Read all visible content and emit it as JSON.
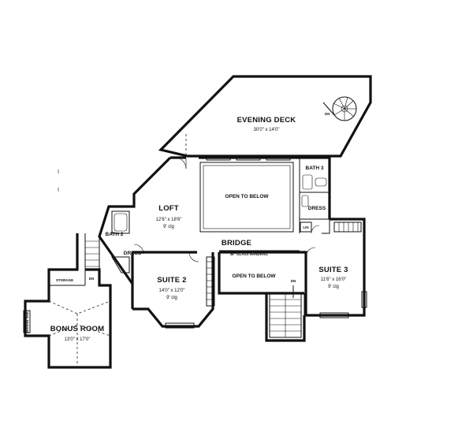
{
  "plan": {
    "rooms": {
      "evening_deck": {
        "name": "EVENING DECK",
        "dims": "30'0\" x 14'0\""
      },
      "loft": {
        "name": "LOFT",
        "dims": "12'6\" x 18'6\"",
        "clg": "9' clg"
      },
      "open_to_below_upper": {
        "name": "OPEN TO BELOW"
      },
      "bath_3": {
        "name": "BATH 3"
      },
      "dress_right": {
        "name": "DRESS"
      },
      "lin": {
        "name": "LIN"
      },
      "bath_2": {
        "name": "BATH 2"
      },
      "dress_left": {
        "name": "DRESS"
      },
      "bridge": {
        "name": "BRIDGE",
        "handrail": "36\" GLASS HANDRAIL"
      },
      "suite_2": {
        "name": "SUITE 2",
        "dims": "14'0\" x 12'0\"",
        "clg": "9' clg"
      },
      "open_to_below_lower": {
        "name": "OPEN TO BELOW"
      },
      "suite_3": {
        "name": "SUITE 3",
        "dims": "11'6\" x 16'0\"",
        "clg": "9' clg"
      },
      "storage": {
        "name": "STORAGE"
      },
      "bonus_room": {
        "name": "BONUS ROOM",
        "dims": "13'0\" x 17'0\""
      },
      "window_seat": {
        "name": "window seat"
      }
    },
    "stair_labels": {
      "deck_spiral": "DN",
      "bonus_stair": "DN",
      "main_stair": "DN"
    }
  }
}
